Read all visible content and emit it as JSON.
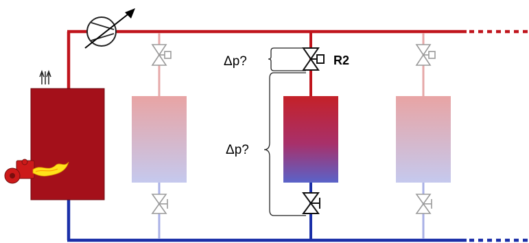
{
  "labels": {
    "dp_valve": "Δp?",
    "dp_branch": "Δp?",
    "valve_id": "R2"
  },
  "colors": {
    "supply_pipe": "#c0141c",
    "return_pipe": "#1a2fa8",
    "boiler_fill": "#a4101a",
    "boiler_edge": "#6e0a10",
    "active_radiator_top": "#c42128",
    "active_radiator_bottom": "#5a63c9",
    "faded_radiator_top": "#e8a4a4",
    "faded_radiator_bottom": "#c5c9ee",
    "faded_supply_riser": "#e6a8a8",
    "faded_return_riser": "#a9b0e6",
    "burner_red": "#cc1a1a",
    "flame_yellow": "#ffe21a"
  },
  "icons": {
    "pump": "circulation-pump-icon",
    "valve": "two-way-valve-icon",
    "actuator": "valve-actuator-icon",
    "lockshield": "lockshield-valve-icon",
    "burner": "burner-icon",
    "flue": "flue-gas-icon"
  }
}
